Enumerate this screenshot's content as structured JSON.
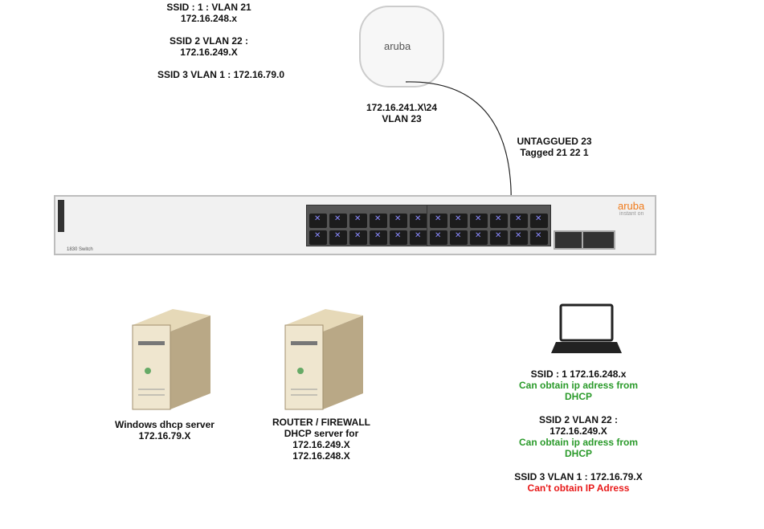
{
  "ssid_config": {
    "line1": "SSID : 1 : VLAN 21",
    "line2": "172.16.248.x",
    "line3": "SSID 2 VLAN 22 :",
    "line4": "172.16.249.X",
    "line5": "SSID 3 VLAN 1 : 172.16.79.0"
  },
  "access_point": {
    "logo": "aruba",
    "ip": "172.16.241.X\\24",
    "vlan": "VLAN 23"
  },
  "trunk": {
    "untagged": "UNTAGGUED 23",
    "tagged": "Tagged 21 22 1"
  },
  "switch": {
    "model": "1830 Switch",
    "brand": "aruba",
    "product": "instant on"
  },
  "windows_server": {
    "name": "Windows dhcp server",
    "ip": "172.16.79.X"
  },
  "router": {
    "name": "ROUTER / FIREWALL",
    "role": "DHCP server for",
    "ip1": "172.16.249.X",
    "ip2": "172.16.248.X"
  },
  "client_results": {
    "ssid1": "SSID : 1  172.16.248.x",
    "ssid1_status": "Can obtain ip adress from DHCP",
    "ssid2": "SSID 2 VLAN 22 :",
    "ssid2_ip": "172.16.249.X",
    "ssid2_status": "Can obtain ip adress from DHCP",
    "ssid3": "SSID 3 VLAN 1 : 172.16.79.X",
    "ssid3_status": "Can't obtain IP Adress",
    "ok_color": "#2a9a2a",
    "fail_color": "#e81818"
  }
}
